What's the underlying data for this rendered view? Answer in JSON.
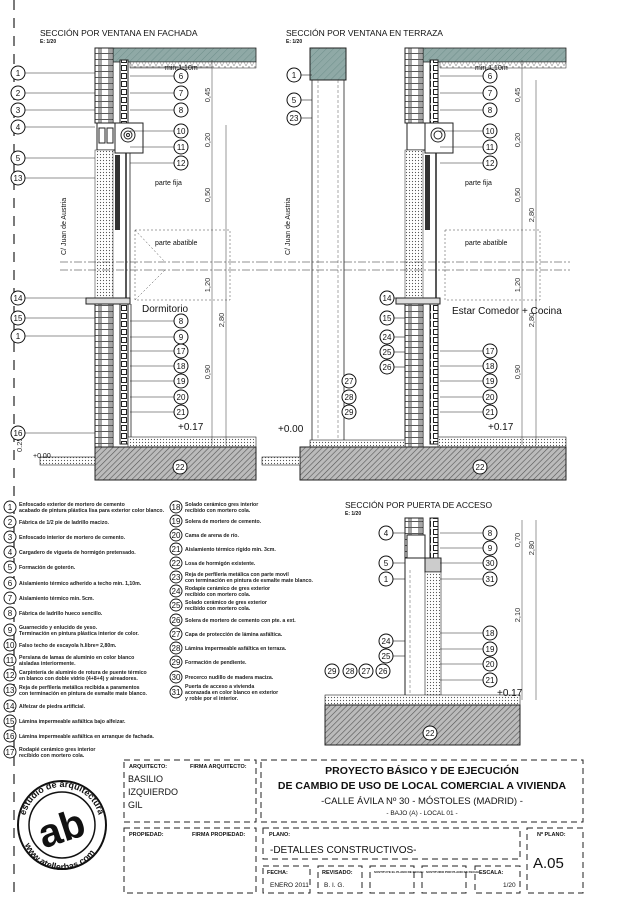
{
  "sections": [
    {
      "title": "SECCIÓN POR VENTANA EN FACHADA",
      "scale": "E: 1/20",
      "street": "C/ Juan de Austria",
      "room": "Dormitorio",
      "notes": [
        "min.1,10m",
        "parte fija",
        "parte abatible"
      ],
      "levels": [
        "+0.17",
        "+0.00",
        "0.25"
      ],
      "dims": [
        "0,45",
        "0,20",
        "0,50",
        "1,20",
        "0,90",
        "2,80"
      ],
      "callouts_left": [
        "1",
        "2",
        "3",
        "4",
        "5",
        "13",
        "14",
        "15",
        "1",
        "16"
      ],
      "callouts_right": [
        "6",
        "7",
        "8",
        "10",
        "11",
        "12",
        "8",
        "9",
        "17",
        "18",
        "19",
        "20",
        "21"
      ],
      "slab_label": "22"
    },
    {
      "title": "SECCIÓN POR VENTANA EN TERRAZA",
      "scale": "E: 1/20",
      "street": "C/ Juan de Austria",
      "room": "Estar Comedor + Cocina",
      "notes": [
        "min.1,10m",
        "parte fija",
        "parte abatible"
      ],
      "levels": [
        "+0.17",
        "+0.00"
      ],
      "dims": [
        "0,45",
        "0,20",
        "0,50",
        "1,20",
        "0,90",
        "2,80",
        "2,80"
      ],
      "callouts_left": [
        "1",
        "5",
        "23"
      ],
      "callouts_mid": [
        "14",
        "15",
        "24",
        "25",
        "26"
      ],
      "callouts_low": [
        "27",
        "28",
        "29"
      ],
      "callouts_right": [
        "6",
        "7",
        "8",
        "10",
        "11",
        "12",
        "17",
        "18",
        "19",
        "20",
        "21"
      ],
      "slab_label": "22"
    },
    {
      "title": "SECCIÓN POR PUERTA DE ACCESO",
      "scale": "E: 1/20",
      "levels": [
        "+0.17"
      ],
      "dims": [
        "0,70",
        "2,10",
        "2,80"
      ],
      "callouts_left": [
        "4",
        "5",
        "1",
        "24",
        "25"
      ],
      "callouts_bottom": [
        "29",
        "28",
        "27",
        "26"
      ],
      "callouts_right": [
        "8",
        "9",
        "30",
        "31",
        "18",
        "19",
        "20",
        "21"
      ],
      "slab_label": "22"
    }
  ],
  "legend": [
    {
      "n": "1",
      "lines": [
        "Enfoscado exterior de mortero de cemento",
        "acabado de pintura plástica lisa para exterior color blanco."
      ]
    },
    {
      "n": "2",
      "lines": [
        "Fábrica de 1/2 pie de ladrillo macizo."
      ]
    },
    {
      "n": "3",
      "lines": [
        "Enfoscado interior de mortero de cemento."
      ]
    },
    {
      "n": "4",
      "lines": [
        "Cargadero de vigueta de hormigón pretensado."
      ]
    },
    {
      "n": "5",
      "lines": [
        "Formación de goterón."
      ]
    },
    {
      "n": "6",
      "lines": [
        "Aislamiento térmico adherido a techo min. 1,10m."
      ]
    },
    {
      "n": "7",
      "lines": [
        "Aislamiento térmico min. 5cm."
      ]
    },
    {
      "n": "8",
      "lines": [
        "Fábrica de ladrillo hueco sencillo."
      ]
    },
    {
      "n": "9",
      "lines": [
        "Guarnecido y enlucido de yeso.",
        "Terminación en pintura plástica interior de color."
      ]
    },
    {
      "n": "10",
      "lines": [
        "Falso techo de escayola h.libre= 2,80m."
      ]
    },
    {
      "n": "11",
      "lines": [
        "Persiana de lamas de aluminio en color blanco",
        "aisladas interiormente."
      ]
    },
    {
      "n": "12",
      "lines": [
        "Carpintería de aluminio de rotura de puente térmico",
        "en blanco con doble vidrio (4+8+4) y aireadores."
      ]
    },
    {
      "n": "13",
      "lines": [
        "Reja de perfilería metálica recibida a paramentos",
        "con terminación en pintura de esmalte mate blanco."
      ]
    },
    {
      "n": "14",
      "lines": [
        "Alfeizar de piedra artificial."
      ]
    },
    {
      "n": "15",
      "lines": [
        "Lámina impermeable asfáltica bajo alfeizar."
      ]
    },
    {
      "n": "16",
      "lines": [
        "Lámina impermeable asfáltica en arranque de fachada."
      ]
    },
    {
      "n": "17",
      "lines": [
        "Rodapié cerámico gres interior",
        "recibido con mortero cola."
      ]
    },
    {
      "n": "18",
      "lines": [
        "Solado cerámico gres interior",
        "recibido con mortero cola."
      ]
    },
    {
      "n": "19",
      "lines": [
        "Solera de mortero de cemento."
      ]
    },
    {
      "n": "20",
      "lines": [
        "Cama de arena de río."
      ]
    },
    {
      "n": "21",
      "lines": [
        "Aislamiento térmico rígido min. 3cm."
      ]
    },
    {
      "n": "22",
      "lines": [
        "Losa de hormigón existente."
      ]
    },
    {
      "n": "23",
      "lines": [
        "Reja de perfilería metálica con parte movil",
        "con terminación en pintura de esmalte mate blanco."
      ]
    },
    {
      "n": "24",
      "lines": [
        "Rodapie cerámico de gres exterior",
        "recibido con mortero cola."
      ]
    },
    {
      "n": "25",
      "lines": [
        "Solado cerámico de gres exterior",
        "recibido con mortero cola."
      ]
    },
    {
      "n": "26",
      "lines": [
        "Solera de mortero de cemento con pte. a ext."
      ]
    },
    {
      "n": "27",
      "lines": [
        "Capa de protección de lámina asfáltica."
      ]
    },
    {
      "n": "28",
      "lines": [
        "Lámina impermeable asfáltica en terraza."
      ]
    },
    {
      "n": "29",
      "lines": [
        "Formación de pendiente."
      ]
    },
    {
      "n": "30",
      "lines": [
        "Precerco nudillo de madera maciza."
      ]
    },
    {
      "n": "31",
      "lines": [
        "Puerta de acceso a vivienda",
        "acorazada en color blanco en exterior",
        "y roble por el interior."
      ]
    }
  ],
  "logo": {
    "text_top": "estudio de arquitectura",
    "mark": "ab",
    "text_bottom": "www.atellerbas.com"
  },
  "title_block": {
    "architect_label": "ARQUITECTO:",
    "architect_sign_label": "FIRMA ARQUITECTO:",
    "architect_name": [
      "BASILIO",
      "IZQUIERDO",
      "GIL"
    ],
    "project_title_1": "PROYECTO BÁSICO Y DE EJECUCIÓN",
    "project_title_2": "DE CAMBIO DE USO DE LOCAL COMERCIAL A VIVIENDA",
    "address": "-CALLE ÁVILA Nº 30 - MÓSTOLES (MADRID) -",
    "unit": "- BAJO (A) - LOCAL 01 -",
    "owner_label": "PROPIEDAD:",
    "owner_sign_label": "FIRMA PROPIEDAD:",
    "plan_label": "PLANO:",
    "plan_name": "-DETALLES CONSTRUCTIVOS-",
    "plan_number_label": "Nº PLANO:",
    "plan_number": "A.05",
    "date_label": "FECHA:",
    "date": "ENERO 2011",
    "revised_label": "REVISADO:",
    "revised": "B. I. G.",
    "replaces_label": "SUSTITUYE EL PLANO DE FECHA:",
    "replaced_label": "SUSTITUIDO POR PLANO DE FECHA:",
    "scale_label": "ESCALA:",
    "scale": "1/20"
  },
  "colors": {
    "slab_top": "#8fa9a6",
    "line": "#111111"
  }
}
